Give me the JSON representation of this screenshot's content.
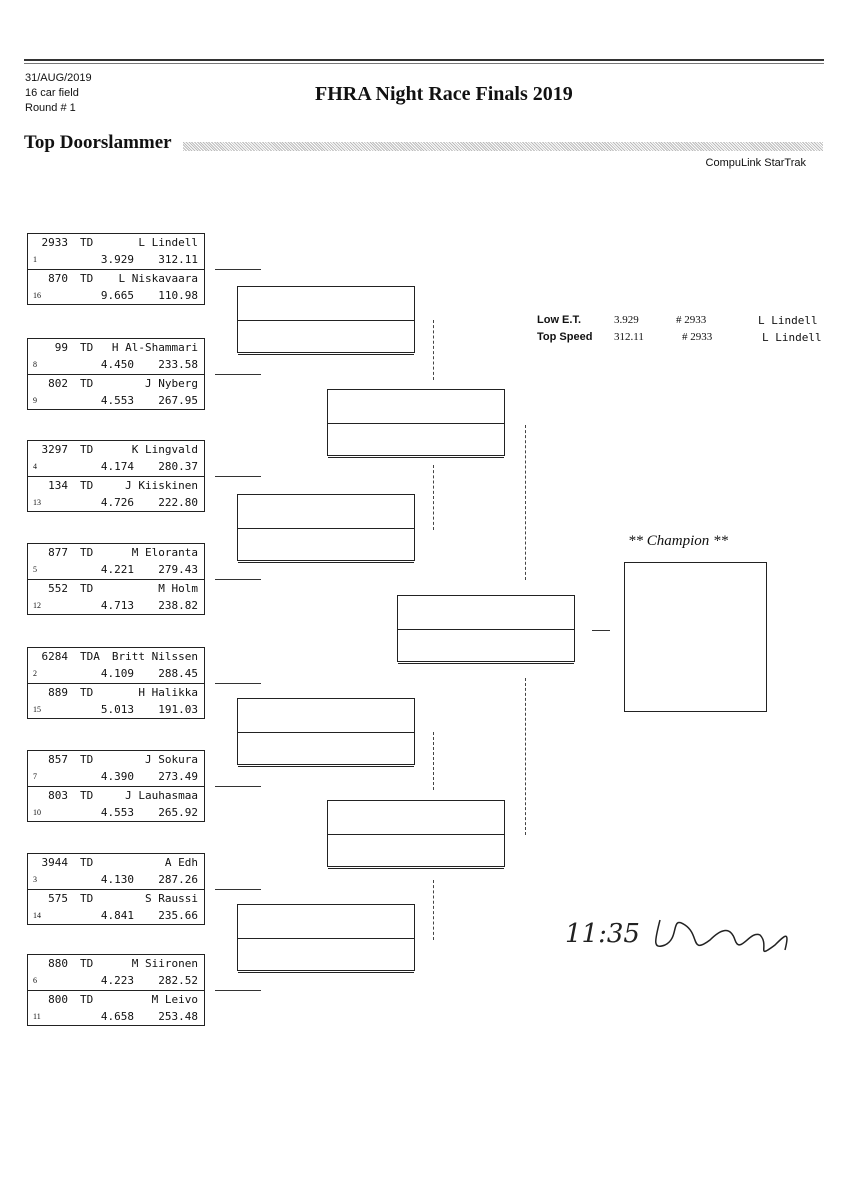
{
  "header": {
    "date": "31/AUG/2019",
    "field": "16 car field",
    "round": "Round # 1",
    "title": "FHRA Night Race Finals 2019",
    "class": "Top Doorslammer",
    "software": "CompuLink StarTrak"
  },
  "entries": [
    {
      "num": "2933",
      "cls": "TD",
      "name": "L Lindell",
      "seed": "1",
      "et": "3.929",
      "speed": "312.11"
    },
    {
      "num": "870",
      "cls": "TD",
      "name": "L Niskavaara",
      "seed": "16",
      "et": "9.665",
      "speed": "110.98"
    },
    {
      "num": "99",
      "cls": "TD",
      "name": "H Al-Shammari",
      "seed": "8",
      "et": "4.450",
      "speed": "233.58"
    },
    {
      "num": "802",
      "cls": "TD",
      "name": "J Nyberg",
      "seed": "9",
      "et": "4.553",
      "speed": "267.95"
    },
    {
      "num": "3297",
      "cls": "TD",
      "name": "K Lingvald",
      "seed": "4",
      "et": "4.174",
      "speed": "280.37"
    },
    {
      "num": "134",
      "cls": "TD",
      "name": "J Kiiskinen",
      "seed": "13",
      "et": "4.726",
      "speed": "222.80"
    },
    {
      "num": "877",
      "cls": "TD",
      "name": "M Eloranta",
      "seed": "5",
      "et": "4.221",
      "speed": "279.43"
    },
    {
      "num": "552",
      "cls": "TD",
      "name": "M Holm",
      "seed": "12",
      "et": "4.713",
      "speed": "238.82"
    },
    {
      "num": "6284",
      "cls": "TDA",
      "name": "Britt Nilssen",
      "seed": "2",
      "et": "4.109",
      "speed": "288.45"
    },
    {
      "num": "889",
      "cls": "TD",
      "name": "H Halikka",
      "seed": "15",
      "et": "5.013",
      "speed": "191.03"
    },
    {
      "num": "857",
      "cls": "TD",
      "name": "J Sokura",
      "seed": "7",
      "et": "4.390",
      "speed": "273.49"
    },
    {
      "num": "803",
      "cls": "TD",
      "name": "J Lauhasmaa",
      "seed": "10",
      "et": "4.553",
      "speed": "265.92"
    },
    {
      "num": "3944",
      "cls": "TD",
      "name": "A Edh",
      "seed": "3",
      "et": "4.130",
      "speed": "287.26"
    },
    {
      "num": "575",
      "cls": "TD",
      "name": "S Raussi",
      "seed": "14",
      "et": "4.841",
      "speed": "235.66"
    },
    {
      "num": "880",
      "cls": "TD",
      "name": "M Siironen",
      "seed": "6",
      "et": "4.223",
      "speed": "282.52"
    },
    {
      "num": "800",
      "cls": "TD",
      "name": "M Leivo",
      "seed": "11",
      "et": "4.658",
      "speed": "253.48"
    }
  ],
  "stats": {
    "low_et": {
      "label": "Low  E.T.",
      "value": "3.929",
      "num": "# 2933",
      "name": "L Lindell"
    },
    "top_speed": {
      "label": "Top Speed",
      "value": "312.11",
      "num": "# 2933",
      "name": "L Lindell"
    }
  },
  "champion": {
    "label": "** Champion **"
  },
  "signature": {
    "time": "11:35"
  }
}
